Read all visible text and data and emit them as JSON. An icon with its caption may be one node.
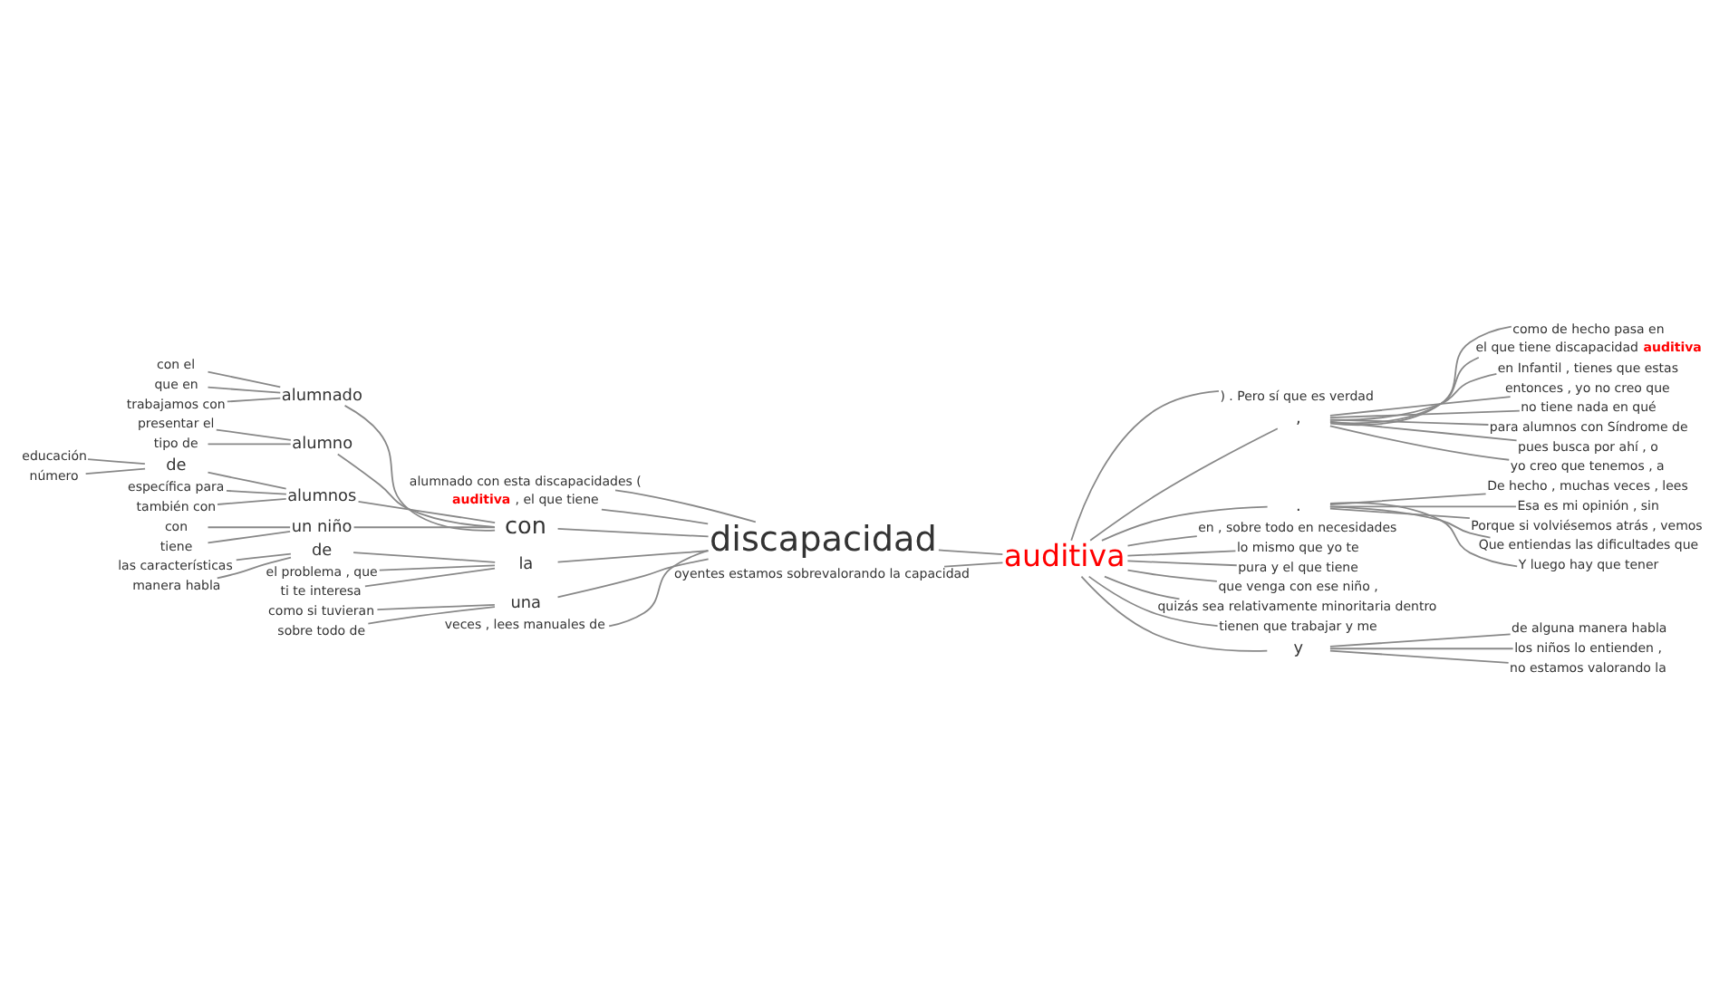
{
  "diagram": {
    "nodes": [
      {
        "text": [
          "alumnado con esta discapacidades ("
        ]
      },
      {
        "text": [
          "**auditiva** , el que tiene"
        ]
      },
      {
        "text": [
          "con el"
        ]
      },
      {
        "text": [
          "que en"
        ]
      },
      {
        "text": [
          "trabajamos con"
        ]
      },
      {
        "text": [
          "alumnado"
        ]
      },
      {
        "text": [
          "presentar el"
        ]
      },
      {
        "text": [
          "alumno"
        ]
      },
      {
        "text": [
          "tipo de"
        ]
      },
      {
        "text": [
          "educación"
        ]
      },
      {
        "text": [
          "de"
        ]
      },
      {
        "text": [
          "número"
        ]
      },
      {
        "text": [
          "específica para"
        ]
      },
      {
        "text": [
          "alumnos"
        ]
      },
      {
        "text": [
          "también con"
        ]
      },
      {
        "text": [
          "con"
        ]
      },
      {
        "text": [
          "con"
        ]
      },
      {
        "text": [
          "un niño"
        ]
      },
      {
        "text": [
          "tiene"
        ]
      },
      {
        "text": [
          "las características"
        ]
      },
      {
        "text": [
          "de"
        ]
      },
      {
        "text": [
          "manera habla"
        ]
      },
      {
        "text": [
          "el problema , que"
        ]
      },
      {
        "text": [
          "la"
        ]
      },
      {
        "text": [
          "ti te interesa"
        ]
      },
      {
        "text": [
          "como si tuvieran"
        ]
      },
      {
        "text": [
          "una"
        ]
      },
      {
        "text": [
          "sobre todo de"
        ]
      },
      {
        "text": [
          "veces , lees manuales de"
        ]
      },
      {
        "text": [
          "discapacidad"
        ]
      },
      {
        "text": [
          "oyentes estamos sobrevalorando la capacidad"
        ]
      },
      {
        "text": [
          "auditiva"
        ]
      },
      {
        "text": [
          ") . Pero sí que es verdad"
        ]
      },
      {
        "text": [
          ","
        ]
      },
      {
        "text": [
          "como de hecho pasa en"
        ]
      },
      {
        "text": [
          "el que tiene discapacidad **auditiva**"
        ]
      },
      {
        "text": [
          "en Infantil , tienes que estas"
        ]
      },
      {
        "text": [
          "entonces , yo no creo que"
        ]
      },
      {
        "text": [
          "no tiene nada en qué"
        ]
      },
      {
        "text": [
          "para alumnos con Síndrome de"
        ]
      },
      {
        "text": [
          "pues busca por ahí , o"
        ]
      },
      {
        "text": [
          "yo creo que tenemos , a"
        ]
      },
      {
        "text": [
          "."
        ]
      },
      {
        "text": [
          "De hecho , muchas veces , lees"
        ]
      },
      {
        "text": [
          "Esa es mi opinión , sin"
        ]
      },
      {
        "text": [
          "Porque si volviésemos atrás , vemos"
        ]
      },
      {
        "text": [
          "Que entiendas las dificultades que"
        ]
      },
      {
        "text": [
          "Y luego hay que tener"
        ]
      },
      {
        "text": [
          "en , sobre todo en necesidades"
        ]
      },
      {
        "text": [
          "lo mismo que yo te"
        ]
      },
      {
        "text": [
          "pura y el que tiene"
        ]
      },
      {
        "text": [
          "que venga con ese niño ,"
        ]
      },
      {
        "text": [
          "quizás sea relativamente minoritaria dentro"
        ]
      },
      {
        "text": [
          "tienen que trabajar y me"
        ]
      },
      {
        "text": [
          "y"
        ]
      },
      {
        "text": [
          "de alguna manera habla"
        ]
      },
      {
        "text": [
          "los niños lo entienden ,"
        ]
      },
      {
        "text": [
          "no estamos valorando la"
        ]
      }
    ],
    "edges": [
      {
        "from": 0,
        "to": 29,
        "arrow": "none"
      },
      {
        "from": 1,
        "to": 29,
        "arrow": "none"
      },
      {
        "from": 2,
        "to": 5,
        "arrow": "none"
      },
      {
        "from": 3,
        "to": 5,
        "arrow": "none"
      },
      {
        "from": 4,
        "to": 5,
        "arrow": "none"
      },
      {
        "from": 5,
        "to": 15,
        "arrow": "none"
      },
      {
        "from": 6,
        "to": 7,
        "arrow": "none"
      },
      {
        "from": 8,
        "to": 7,
        "arrow": "none"
      },
      {
        "from": 7,
        "to": 15,
        "arrow": "none"
      },
      {
        "from": 9,
        "to": 10,
        "arrow": "none"
      },
      {
        "from": 11,
        "to": 10,
        "arrow": "none"
      },
      {
        "from": 10,
        "to": 13,
        "arrow": "none"
      },
      {
        "from": 12,
        "to": 13,
        "arrow": "none"
      },
      {
        "from": 14,
        "to": 13,
        "arrow": "none"
      },
      {
        "from": 13,
        "to": 15,
        "arrow": "none"
      },
      {
        "from": 16,
        "to": 17,
        "arrow": "none"
      },
      {
        "from": 18,
        "to": 17,
        "arrow": "none"
      },
      {
        "from": 17,
        "to": 15,
        "arrow": "none"
      },
      {
        "from": 15,
        "to": 29,
        "arrow": "none"
      },
      {
        "from": 19,
        "to": 20,
        "arrow": "none"
      },
      {
        "from": 21,
        "to": 20,
        "arrow": "none"
      },
      {
        "from": 20,
        "to": 23,
        "arrow": "none"
      },
      {
        "from": 22,
        "to": 23,
        "arrow": "none"
      },
      {
        "from": 24,
        "to": 23,
        "arrow": "none"
      },
      {
        "from": 23,
        "to": 29,
        "arrow": "none"
      },
      {
        "from": 25,
        "to": 26,
        "arrow": "none"
      },
      {
        "from": 27,
        "to": 26,
        "arrow": "none"
      },
      {
        "from": 26,
        "to": 29,
        "arrow": "none"
      },
      {
        "from": 28,
        "to": 29,
        "arrow": "none"
      },
      {
        "from": 29,
        "to": 31,
        "arrow": "none"
      },
      {
        "from": 30,
        "to": 31,
        "arrow": "none"
      },
      {
        "from": 31,
        "to": 32,
        "arrow": "none"
      },
      {
        "from": 31,
        "to": 33,
        "arrow": "none"
      },
      {
        "from": 33,
        "to": 34,
        "arrow": "none"
      },
      {
        "from": 33,
        "to": 35,
        "arrow": "none"
      },
      {
        "from": 33,
        "to": 36,
        "arrow": "none"
      },
      {
        "from": 33,
        "to": 37,
        "arrow": "none"
      },
      {
        "from": 33,
        "to": 38,
        "arrow": "none"
      },
      {
        "from": 33,
        "to": 39,
        "arrow": "none"
      },
      {
        "from": 33,
        "to": 40,
        "arrow": "none"
      },
      {
        "from": 33,
        "to": 41,
        "arrow": "none"
      },
      {
        "from": 31,
        "to": 42,
        "arrow": "none"
      },
      {
        "from": 42,
        "to": 43,
        "arrow": "none"
      },
      {
        "from": 42,
        "to": 44,
        "arrow": "none"
      },
      {
        "from": 42,
        "to": 45,
        "arrow": "none"
      },
      {
        "from": 42,
        "to": 46,
        "arrow": "none"
      },
      {
        "from": 42,
        "to": 47,
        "arrow": "none"
      },
      {
        "from": 31,
        "to": 48,
        "arrow": "none"
      },
      {
        "from": 31,
        "to": 49,
        "arrow": "none"
      },
      {
        "from": 31,
        "to": 50,
        "arrow": "none"
      },
      {
        "from": 31,
        "to": 51,
        "arrow": "none"
      },
      {
        "from": 31,
        "to": 52,
        "arrow": "none"
      },
      {
        "from": 31,
        "to": 53,
        "arrow": "none"
      },
      {
        "from": 31,
        "to": 54,
        "arrow": "none"
      },
      {
        "from": 54,
        "to": 55,
        "arrow": "none"
      },
      {
        "from": 54,
        "to": 56,
        "arrow": "none"
      },
      {
        "from": 54,
        "to": 57,
        "arrow": "none"
      }
    ]
  }
}
